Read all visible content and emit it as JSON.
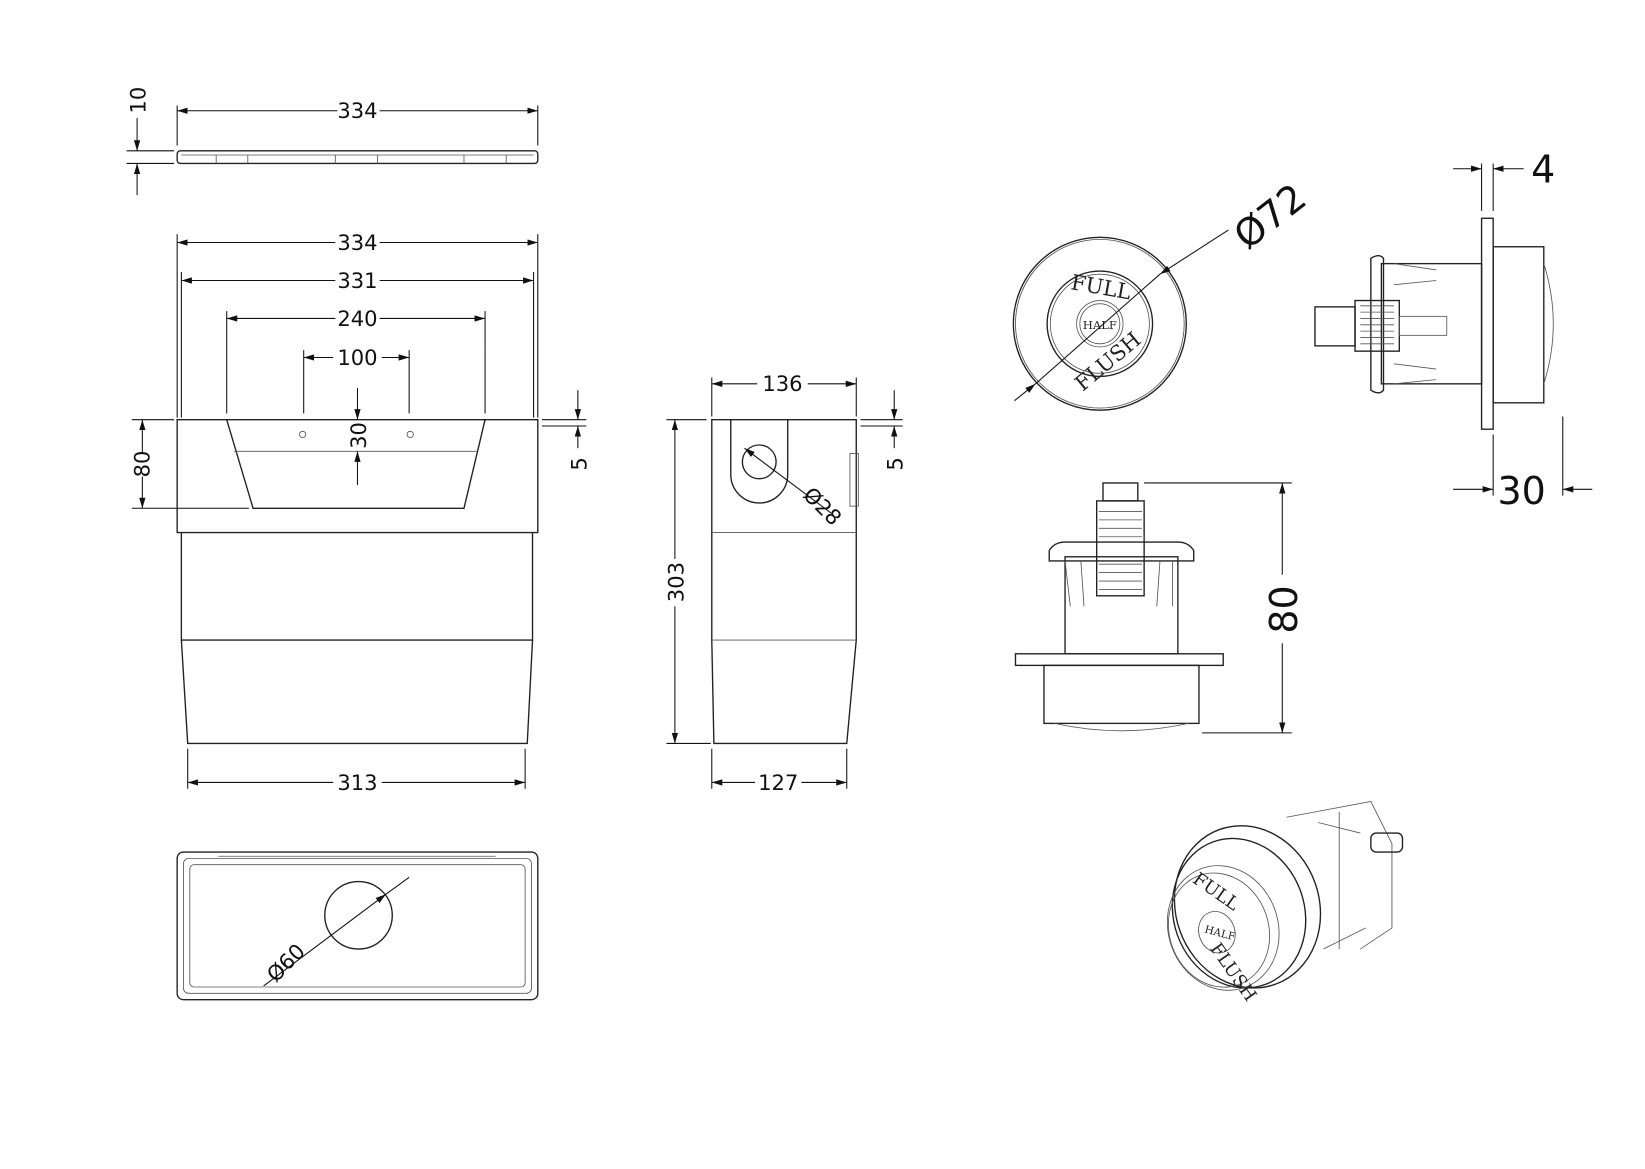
{
  "drawing": {
    "cistern_lid": {
      "width": "334",
      "thickness": "10"
    },
    "cistern_front": {
      "overall_width": "334",
      "body_width": "331",
      "recess_width": "240",
      "hole_spacing": "100",
      "hole_depth": "30",
      "recess_height": "80",
      "lid_step": "5",
      "base_width": "313"
    },
    "cistern_side": {
      "top_depth": "136",
      "height": "303",
      "inlet_diameter": "Ø28",
      "lid_step": "5",
      "base_depth": "127"
    },
    "cistern_bottom": {
      "outlet_diameter": "Ø60"
    },
    "button_front": {
      "diameter": "Ø72",
      "label_full": "FULL",
      "label_half": "HALF",
      "label_flush": "FLUSH"
    },
    "button_side": {
      "plate_thickness": "4",
      "depth": "30"
    },
    "button_bottom": {
      "height": "80"
    },
    "button_iso": {
      "label_full": "FULL",
      "label_half": "HALF",
      "label_flush": "FLUSH"
    }
  }
}
